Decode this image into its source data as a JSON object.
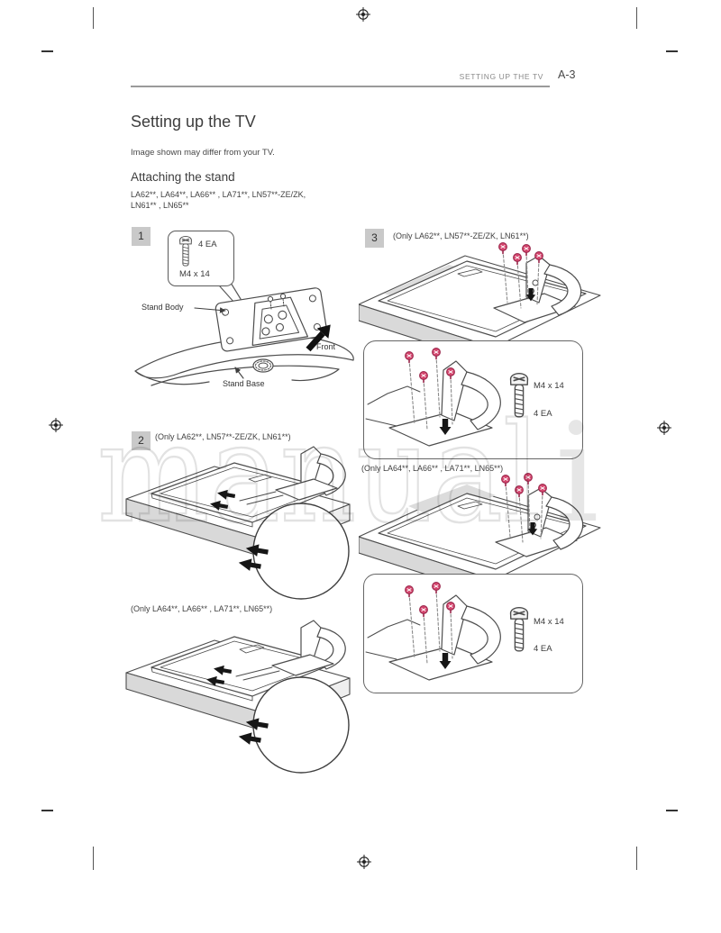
{
  "header": {
    "section": "SETTING UP THE TV",
    "page": "A-3"
  },
  "title": "Setting up the TV",
  "note": "Image shown may differ from your TV.",
  "attaching": {
    "heading": "Attaching the stand",
    "models_line1": "LA62**, LA64**, LA66** , LA71**, LN57**-ZE/ZK,",
    "models_line2": "LN61** , LN65**"
  },
  "step1": {
    "number": "1",
    "screw_qty": "4 EA",
    "screw_size": "M4 x 14",
    "label_stand_body": "Stand Body",
    "label_stand_base": "Stand Base",
    "label_front": "Front"
  },
  "step2": {
    "number": "2",
    "variant_a": "(Only LA62**, LN57**-ZE/ZK, LN61**)",
    "variant_b": "(Only LA64**, LA66** , LA71**, LN65**)"
  },
  "step3": {
    "number": "3",
    "variant_a": "(Only LA62**, LN57**-ZE/ZK, LN61**)",
    "variant_b": "(Only LA64**, LA66** , LA71**, LN65**)",
    "callout1": {
      "screw_size": "M4 x 14",
      "screw_qty": "4 EA"
    },
    "callout2": {
      "screw_size": "M4 x 14",
      "screw_qty": "4 EA"
    }
  },
  "watermark": {
    "part1": "manual",
    "part2": "i"
  },
  "icons": [
    "registration-mark-icon",
    "crop-mark",
    "machine-screw-icon",
    "pink-screw-icon",
    "front-arrow-icon",
    "insert-arrow-icon",
    "magnifier-circle"
  ],
  "colors": {
    "screw_pink": "#d6476f",
    "screw_pink_dark": "#9c2a4e",
    "badge_gray": "#c9c9c9",
    "line_art": "#4d4d4d",
    "shade_gray": "#d9d9d9",
    "watermark_gray": "#e4e4e4",
    "header_gray": "#8a8a8a"
  }
}
